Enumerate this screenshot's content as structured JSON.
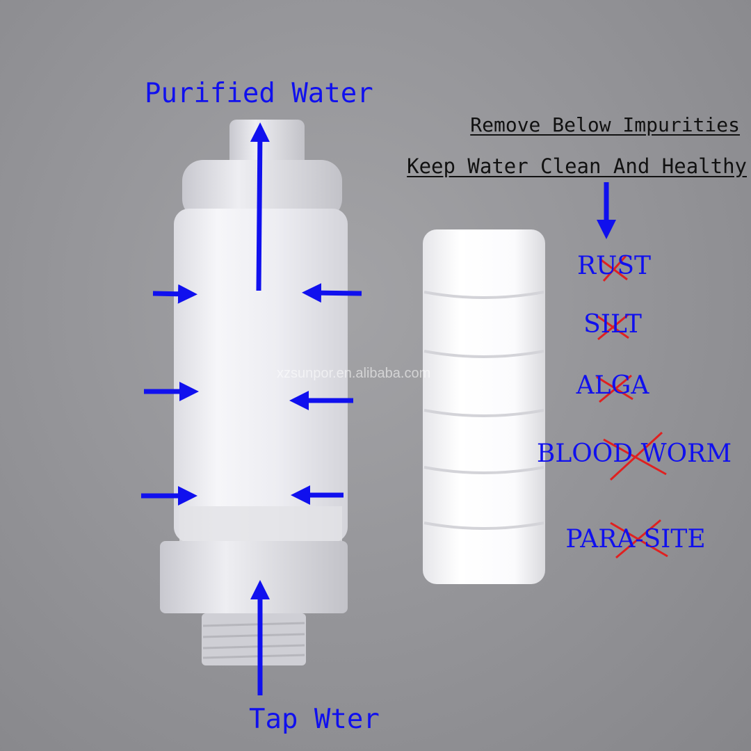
{
  "labels": {
    "outlet": "Purified Water",
    "inlet": "Tap Wter",
    "heading_1": "Remove Below Impurities",
    "heading_2": "Keep Water Clean And Healthy"
  },
  "impurities": [
    "RUST",
    "SILT",
    "ALGA",
    "BLOOD WORM",
    "PARA-SITE"
  ],
  "watermark": "xzsunpor.en.alibaba.com",
  "colors": {
    "arrow": "#1010ee",
    "cross": "#e02020",
    "background": "#97979b",
    "housing": "#eeeef2",
    "cartridge": "#ffffff"
  },
  "icons": {
    "flow_arrow": "blue-arrow-icon",
    "crossed_out": "red-x-mark-icon"
  }
}
